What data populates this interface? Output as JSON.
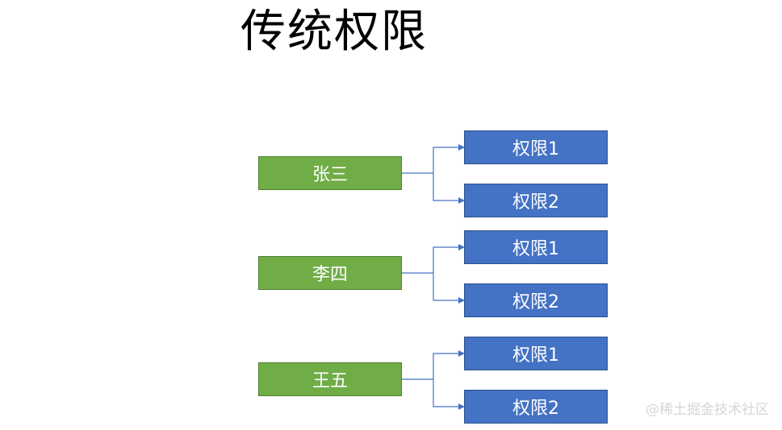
{
  "title": "传统权限",
  "users": [
    {
      "name": "张三",
      "permissions": [
        "权限1",
        "权限2"
      ]
    },
    {
      "name": "李四",
      "permissions": [
        "权限1",
        "权限2"
      ]
    },
    {
      "name": "王五",
      "permissions": [
        "权限1",
        "权限2"
      ]
    }
  ],
  "colors": {
    "user_fill": "#70ad47",
    "permission_fill": "#4472c4",
    "connector": "#4472c4"
  },
  "watermark": "@稀土掘金技术社区"
}
